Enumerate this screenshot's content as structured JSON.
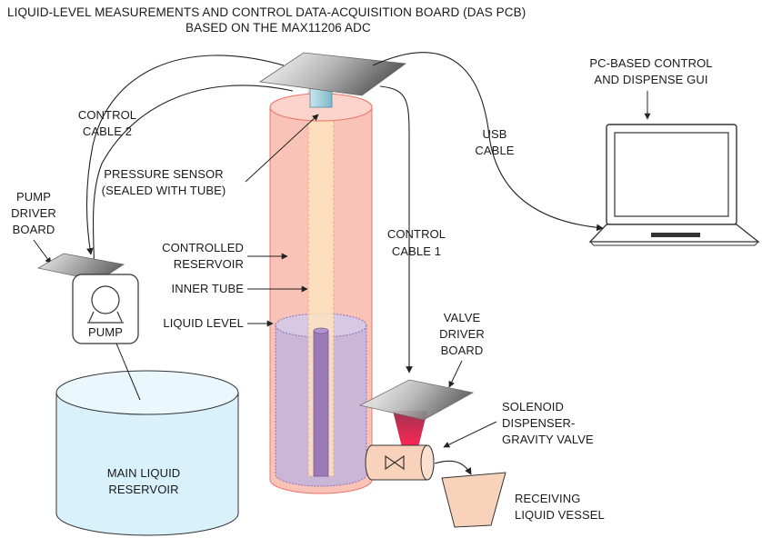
{
  "title": {
    "line1": "LIQUID-LEVEL MEASUREMENTS AND CONTROL DATA-ACQUISITION BOARD (DAS PCB)",
    "line2": "BASED ON THE MAX11206 ADC"
  },
  "labels": {
    "pc_gui": [
      "PC-BASED CONTROL",
      "AND DISPENSE GUI"
    ],
    "usb_cable": [
      "USB",
      "CABLE"
    ],
    "control_cable_2": [
      "CONTROL",
      "CABLE 2"
    ],
    "control_cable_1": [
      "CONTROL",
      "CABLE 1"
    ],
    "pressure_sensor": [
      "PRESSURE SENSOR",
      "(SEALED WITH TUBE)"
    ],
    "pump_driver_board": [
      "PUMP",
      "DRIVER",
      "BOARD"
    ],
    "controlled_reservoir": [
      "CONTROLLED",
      "RESERVOIR"
    ],
    "inner_tube": "INNER TUBE",
    "liquid_level": "LIQUID LEVEL",
    "pump": "PUMP",
    "valve_driver_board": [
      "VALVE",
      "DRIVER",
      "BOARD"
    ],
    "solenoid_valve": [
      "SOLENOID",
      "DISPENSER-",
      "GRAVITY VALVE"
    ],
    "main_reservoir": [
      "MAIN LIQUID",
      "RESERVOIR"
    ],
    "receiving_vessel": [
      "RECEIVING",
      "LIQUID VESSEL"
    ]
  },
  "colors": {
    "reservoir_fill": "#f9c3b8",
    "reservoir_stroke": "#e8746a",
    "inner_tube_fill": "#fde2bf",
    "liquid_fill": "#c8b6d9",
    "liquid_stroke": "#8e6fb5",
    "rod_fill": "#9c7ab8",
    "main_reservoir_fill": "#d8f1fb",
    "vessel_fill": "#f9d2bb",
    "valve_fill": "#f9d2bb",
    "stream_color": "#d6003a"
  }
}
